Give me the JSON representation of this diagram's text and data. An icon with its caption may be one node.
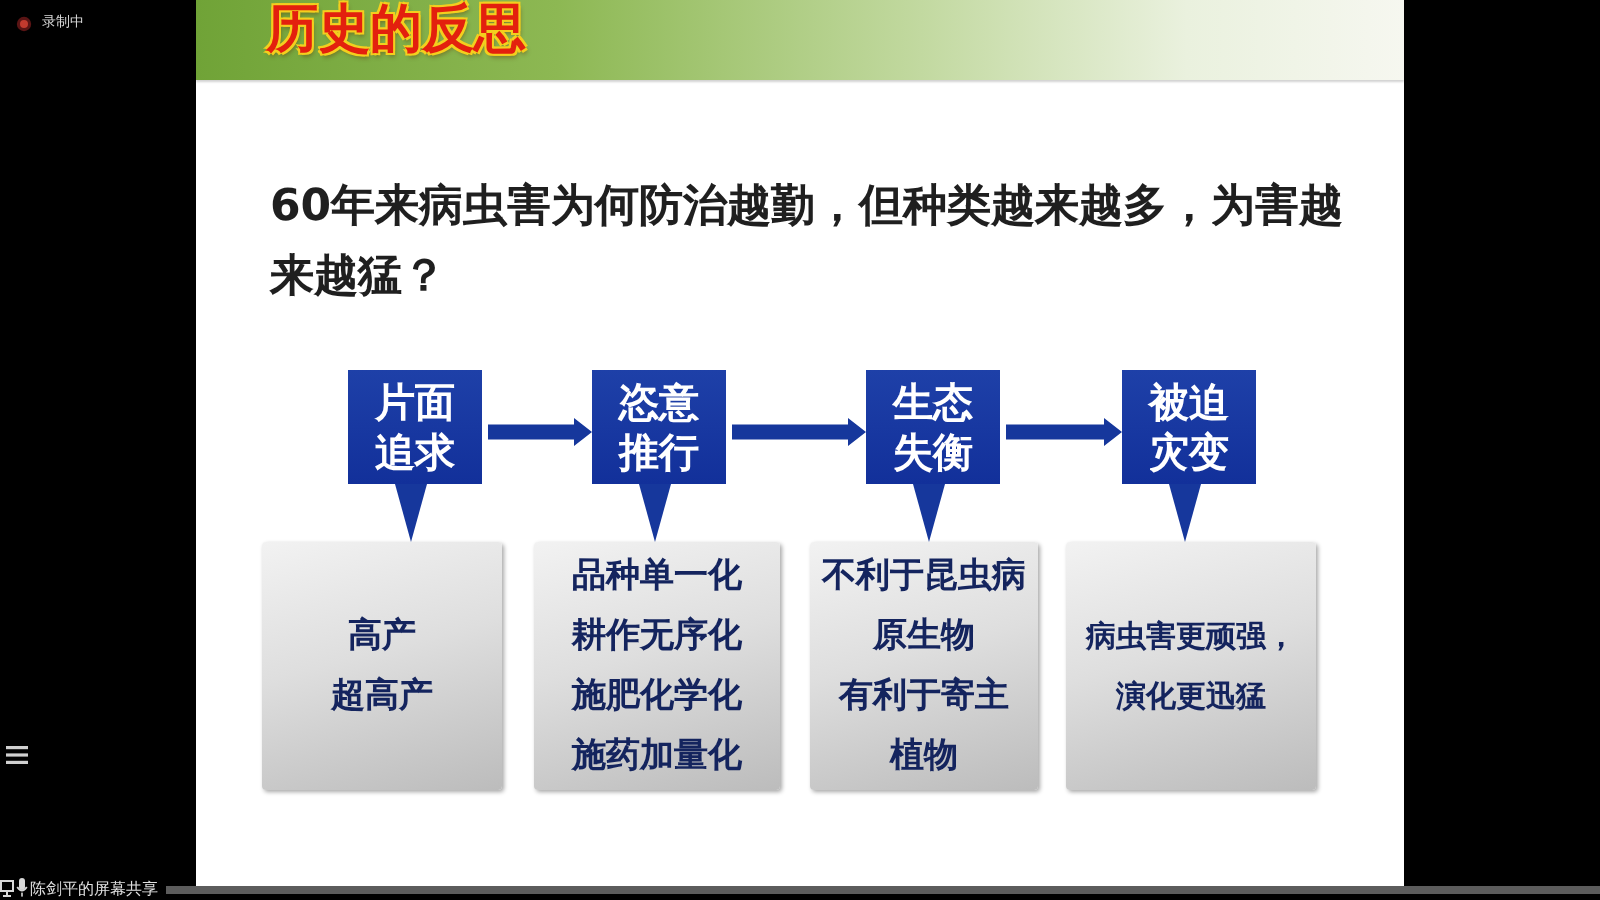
{
  "diagram": {
    "title": "历史的反思",
    "nodes": [
      {
        "text": [
          "片面追求"
        ]
      },
      {
        "text": [
          "恣意推行"
        ]
      },
      {
        "text": [
          "生态失衡"
        ]
      },
      {
        "text": [
          "被迫灾变"
        ]
      },
      {
        "text": [
          "高产",
          "超高产"
        ]
      },
      {
        "text": [
          "品种单一化",
          "耕作无序化",
          "施肥化学化",
          "施药加量化"
        ]
      },
      {
        "text": [
          "不利于昆虫病原生物",
          "有利于寄主植物"
        ]
      },
      {
        "text": [
          "病虫害更顽强，演化更迅猛"
        ]
      }
    ],
    "edges": [
      {
        "from": 0,
        "to": 1,
        "arrow": "to"
      },
      {
        "from": 1,
        "to": 2,
        "arrow": "to"
      },
      {
        "from": 2,
        "to": 3,
        "arrow": "to"
      },
      {
        "from": 0,
        "to": 4,
        "arrow": "to"
      },
      {
        "from": 1,
        "to": 5,
        "arrow": "to"
      },
      {
        "from": 2,
        "to": 6,
        "arrow": "to"
      },
      {
        "from": 3,
        "to": 7,
        "arrow": "to"
      }
    ],
    "labels": [
      "录制中",
      "60年来病虫害为何防治越勤，但种类越来越多，为害越来越猛？",
      "陈剑平的屏幕共享"
    ]
  }
}
